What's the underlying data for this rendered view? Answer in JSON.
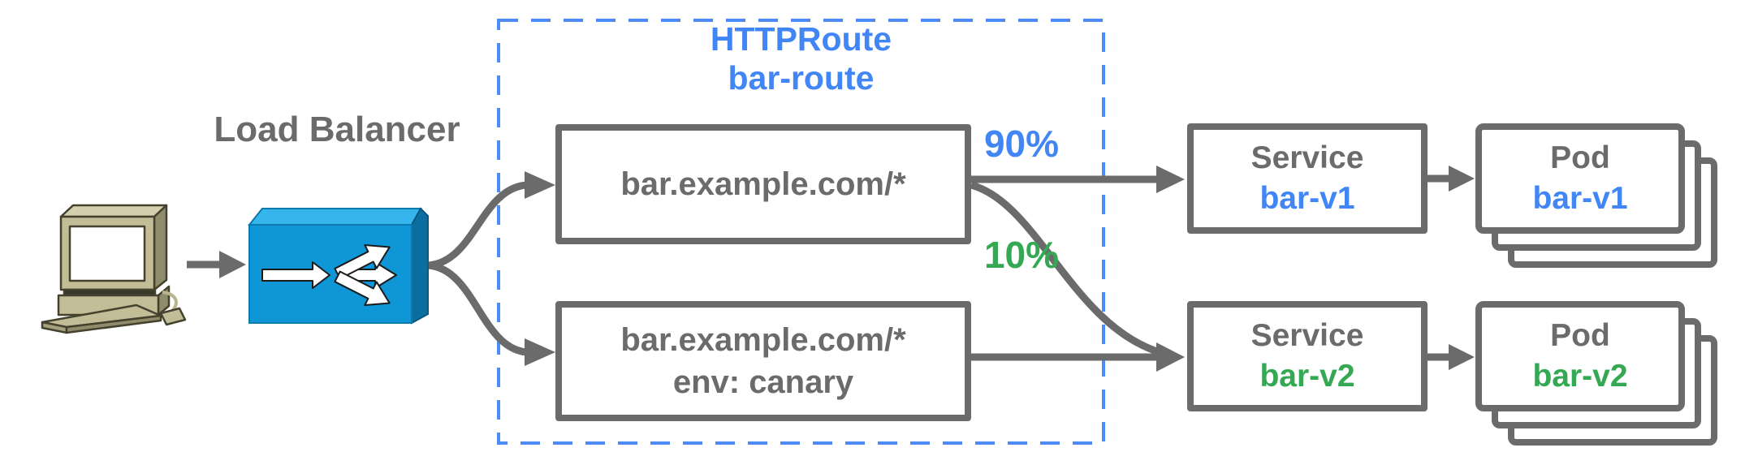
{
  "load_balancer": {
    "label": "Load Balancer"
  },
  "httproute": {
    "line1": "HTTPRoute",
    "line2": "bar-route"
  },
  "routes": [
    {
      "line1": "bar.example.com/*"
    },
    {
      "line1": "bar.example.com/*",
      "line2": "env: canary"
    }
  ],
  "weights": [
    {
      "value": "90%",
      "color": "#4285F4"
    },
    {
      "value": "10%",
      "color": "#34A853"
    }
  ],
  "services": [
    {
      "type_label": "Service",
      "name": "bar-v1",
      "name_color": "#4285F4"
    },
    {
      "type_label": "Service",
      "name": "bar-v2",
      "name_color": "#34A853"
    }
  ],
  "pods": [
    {
      "type_label": "Pod",
      "name": "bar-v1",
      "name_color": "#4285F4"
    },
    {
      "type_label": "Pod",
      "name": "bar-v2",
      "name_color": "#34A853"
    }
  ],
  "icons": {
    "client": "client-computer-icon",
    "load_balancer": "load-balancer-icon"
  },
  "colors": {
    "accent_blue": "#4285F4",
    "accent_green": "#34A853",
    "line_gray": "#6B6B6B",
    "boundary_dashed_blue": "#4D8CF5",
    "lb_front": "#0E96D7",
    "lb_top": "#35B5EC",
    "lb_side": "#0A6FA0",
    "client_body_tan": "#C2BD97"
  }
}
